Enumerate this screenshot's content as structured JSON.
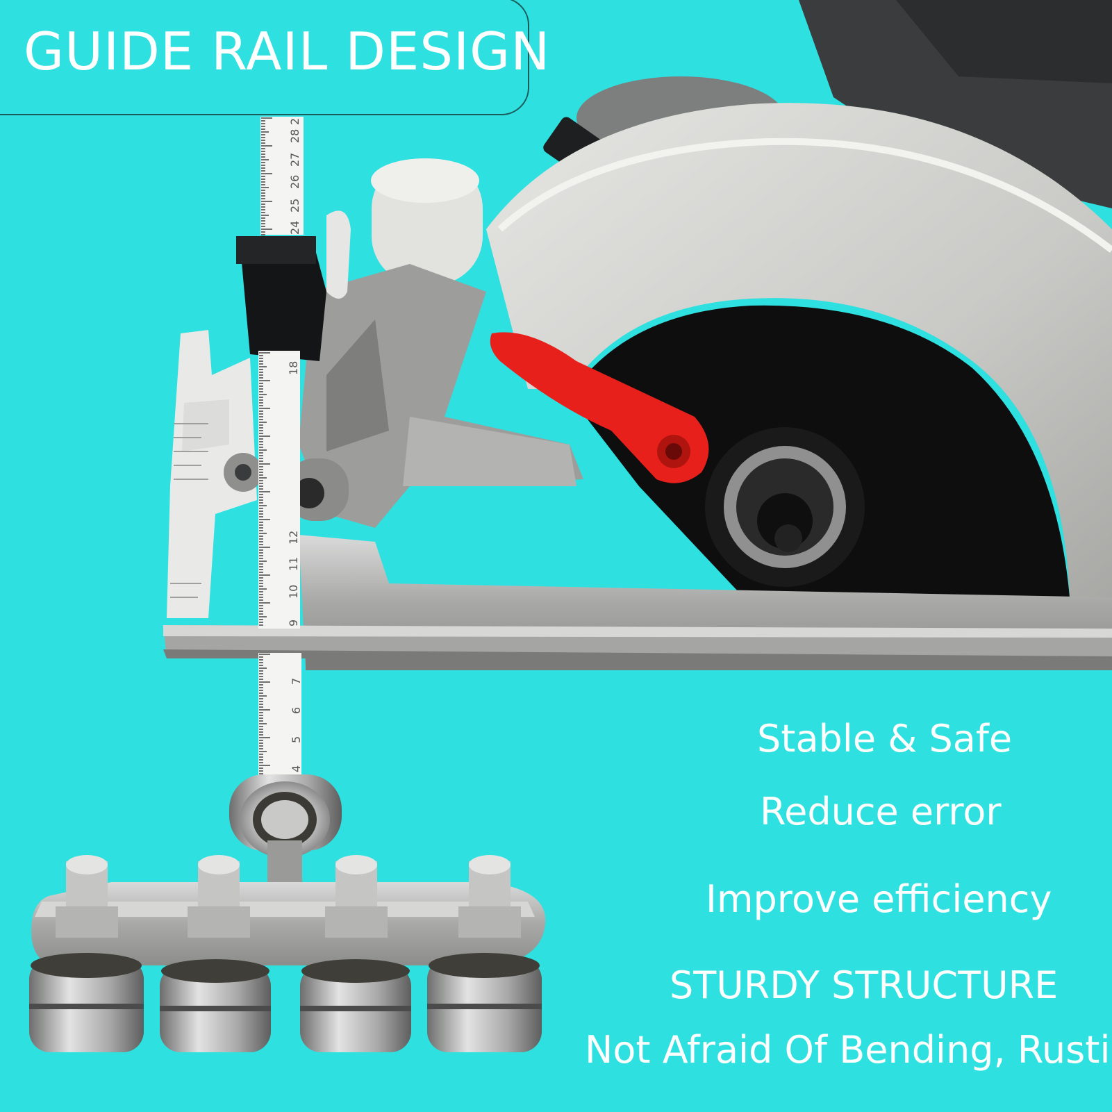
{
  "title": "GUIDE RAIL DESIGN",
  "features": [
    "Stable & Safe",
    "Reduce error",
    "Improve efficiency",
    "STURDY STRUCTURE",
    "Not Afraid Of Bending, Rusting"
  ],
  "ruler": {
    "upper_numbers": [
      "2",
      "28",
      "27",
      "26",
      "25",
      "24"
    ],
    "middle_numbers": [
      "18",
      "12",
      "11",
      "10",
      "9"
    ],
    "lower_numbers": [
      "7",
      "6",
      "5",
      "4"
    ]
  },
  "colors": {
    "background": "#2ee0e0",
    "text": "#ffffff",
    "lever": "#e8201c"
  }
}
